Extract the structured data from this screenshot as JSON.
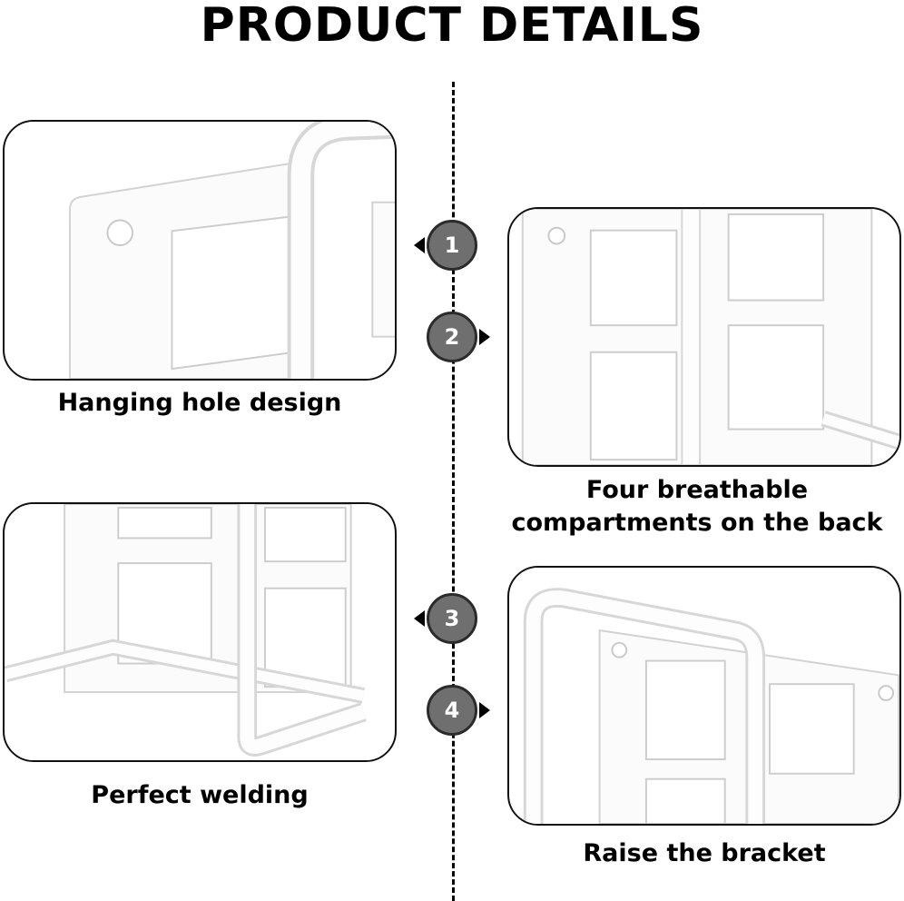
{
  "header": {
    "title": "PRODUCT DETAILS"
  },
  "features": [
    {
      "number": "1",
      "caption": "Hanging hole design"
    },
    {
      "number": "2",
      "caption_line1": "Four breathable",
      "caption_line2": "compartments on the back"
    },
    {
      "number": "3",
      "caption": "Perfect welding"
    },
    {
      "number": "4",
      "caption": "Raise the bracket"
    }
  ],
  "colors": {
    "marker_fill": "#6f6f6f",
    "marker_border": "#2b2b2b",
    "panel_border": "#111111",
    "product_shadow": "#dcdcdc"
  }
}
